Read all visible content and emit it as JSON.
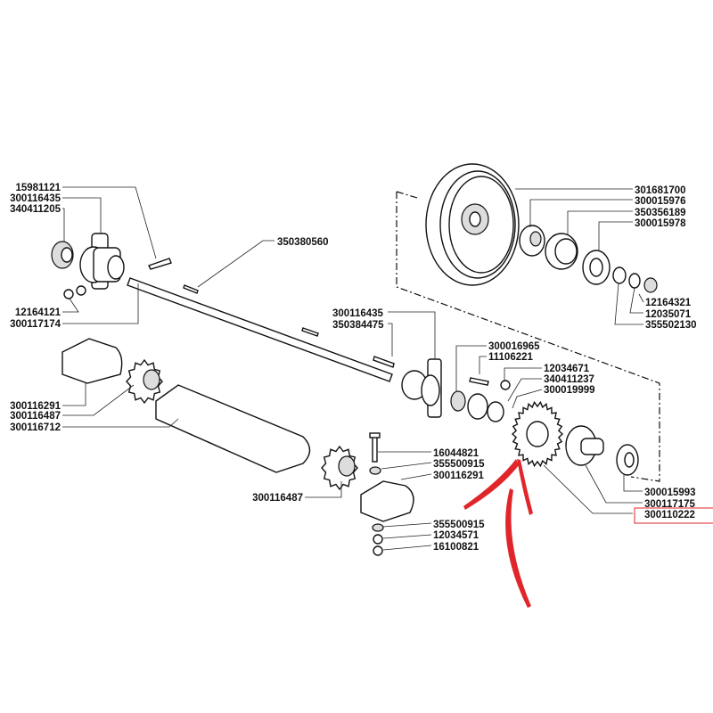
{
  "labels": {
    "l_15981121": "15981121",
    "l_300116435_a": "300116435",
    "l_340411205": "340411205",
    "l_12164121": "12164121",
    "l_300117174": "300117174",
    "l_300116291_a": "300116291",
    "l_300116487_a": "300116487",
    "l_300116712": "300116712",
    "l_350380560": "350380560",
    "l_300116435_b": "300116435",
    "l_350384475": "350384475",
    "l_301681700": "301681700",
    "l_300015976": "300015976",
    "l_350356189": "350356189",
    "l_300015978": "300015978",
    "l_12164321": "12164321",
    "l_12035071": "12035071",
    "l_355502130": "355502130",
    "l_300016965": "300016965",
    "l_11106221": "11106221",
    "l_12034671": "12034671",
    "l_340411237": "340411237",
    "l_300019999": "300019999",
    "l_16044821": "16044821",
    "l_355500915_a": "355500915",
    "l_300116291_b": "300116291",
    "l_300116487_b": "300116487",
    "l_355500915_b": "355500915",
    "l_12034571": "12034571",
    "l_16100821": "16100821",
    "l_300015993": "300015993",
    "l_300117175": "300117175",
    "l_300110222": "300110222"
  },
  "highlight": {
    "part": "300110222",
    "color": "#e0262a"
  },
  "colors": {
    "ink": "#111111",
    "annotation": "#e0262a"
  }
}
